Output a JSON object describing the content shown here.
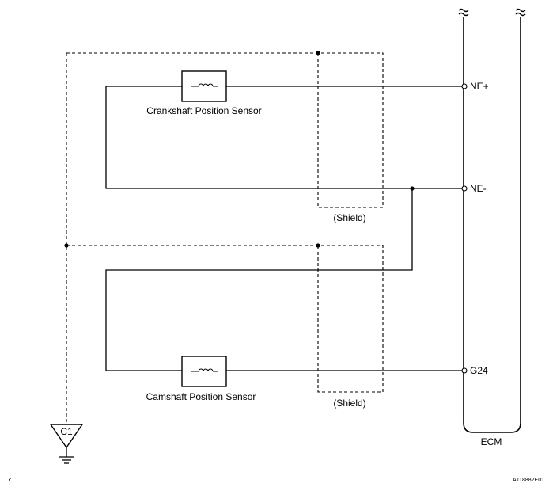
{
  "sensors": {
    "crankshaft": "Crankshaft Position Sensor",
    "camshaft": "Camshaft Position Sensor"
  },
  "shields": {
    "upper": "(Shield)",
    "lower": "(Shield)"
  },
  "ecm": {
    "label": "ECM",
    "pins": [
      "NE+",
      "NE-",
      "G24"
    ]
  },
  "ground": {
    "label": "C1"
  },
  "footer": {
    "left_mark": "Y",
    "code": "A118882E01"
  }
}
